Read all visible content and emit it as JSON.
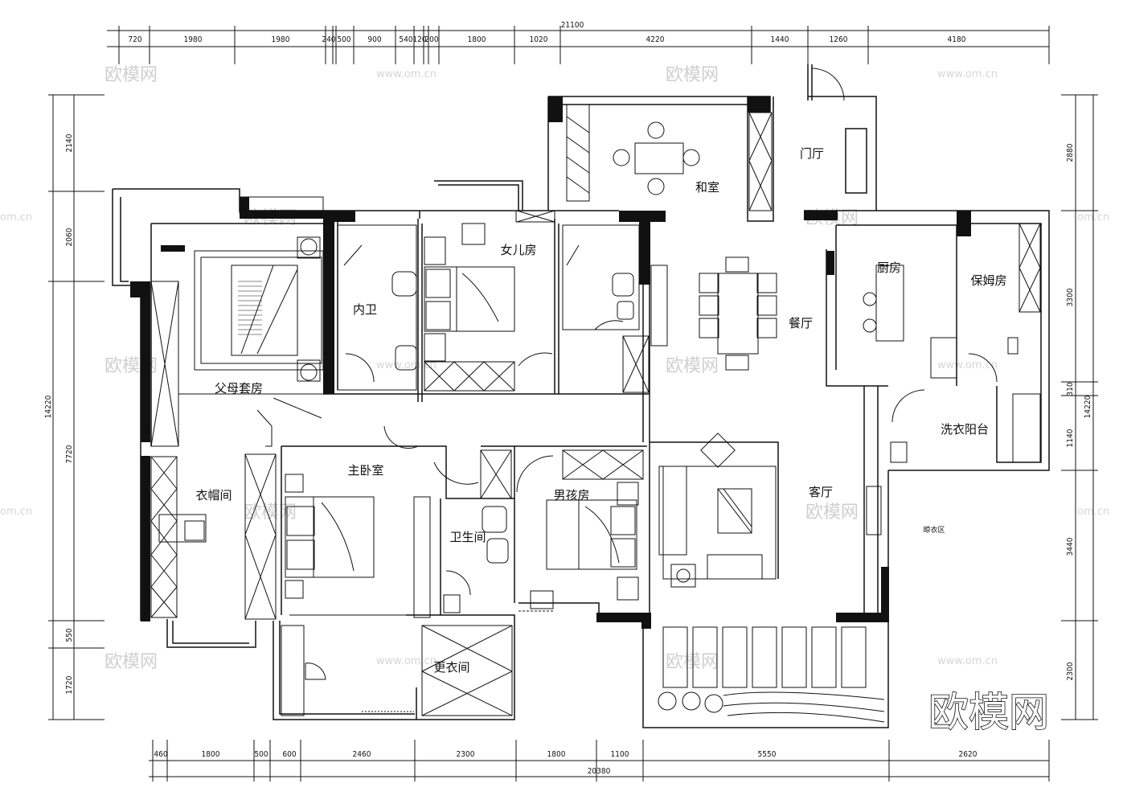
{
  "plan": {
    "dims_top": {
      "total": "21100",
      "segments": [
        "720",
        "1980",
        "1980",
        "240",
        "500",
        "900",
        "540",
        "120",
        "200",
        "1800",
        "1020",
        "4220",
        "1440",
        "1260",
        "4180"
      ]
    },
    "dims_bottom": {
      "total": "20380",
      "segments": [
        "460",
        "1800",
        "500",
        "600",
        "2460",
        "2300",
        "1800",
        "1100",
        "5550",
        "2620"
      ]
    },
    "dims_left": {
      "total": "14220",
      "segments": [
        "2140",
        "2060",
        "7720",
        "550",
        "1720"
      ]
    },
    "dims_right": {
      "total": "14220",
      "segments": [
        "2880",
        "3300",
        "310",
        "1140",
        "3440",
        "2300"
      ]
    },
    "rooms": {
      "washitsu": "和室",
      "foyer": "门厅",
      "daughter": "女儿房",
      "inner_bath": "内卫",
      "parents_suite": "父母套房",
      "kitchen": "厨房",
      "maid": "保姆房",
      "dining": "餐厅",
      "laundry_balcony": "洗衣阳台",
      "cloakroom": "衣帽间",
      "master": "主卧室",
      "boys": "男孩房",
      "living": "客厅",
      "bathroom": "卫生间",
      "dressing": "更衣间",
      "drying": "晾衣区"
    },
    "watermark": {
      "brand": "欧模网",
      "url": "www.om.cn",
      "url_short": "om.cn"
    }
  }
}
